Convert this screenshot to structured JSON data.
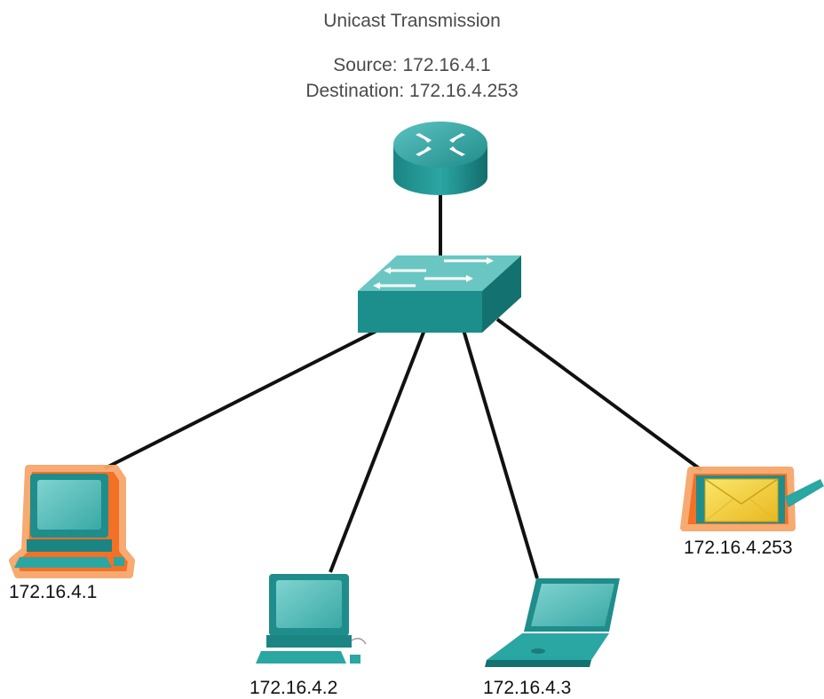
{
  "diagram": {
    "title": "Unicast Transmission",
    "source_line": "Source: 172.16.4.1",
    "destination_line": "Destination: 172.16.4.253"
  },
  "nodes": {
    "router": {
      "icon": "router-icon"
    },
    "switch": {
      "icon": "switch-icon"
    },
    "host1": {
      "label": "172.16.4.1",
      "icon": "desktop-pc-icon",
      "highlighted": true
    },
    "host2": {
      "label": "172.16.4.2",
      "icon": "desktop-pc-icon",
      "highlighted": false
    },
    "host3": {
      "label": "172.16.4.3",
      "icon": "laptop-icon",
      "highlighted": false
    },
    "host4": {
      "label": "172.16.4.253",
      "icon": "laptop-icon",
      "highlighted": true,
      "receiving": "envelope-icon"
    }
  },
  "colors": {
    "device_teal": "#2a9a98",
    "device_teal_dark": "#127473",
    "highlight_orange": "#f26a1b",
    "envelope_yellow": "#f3d23a",
    "link": "#111111"
  }
}
